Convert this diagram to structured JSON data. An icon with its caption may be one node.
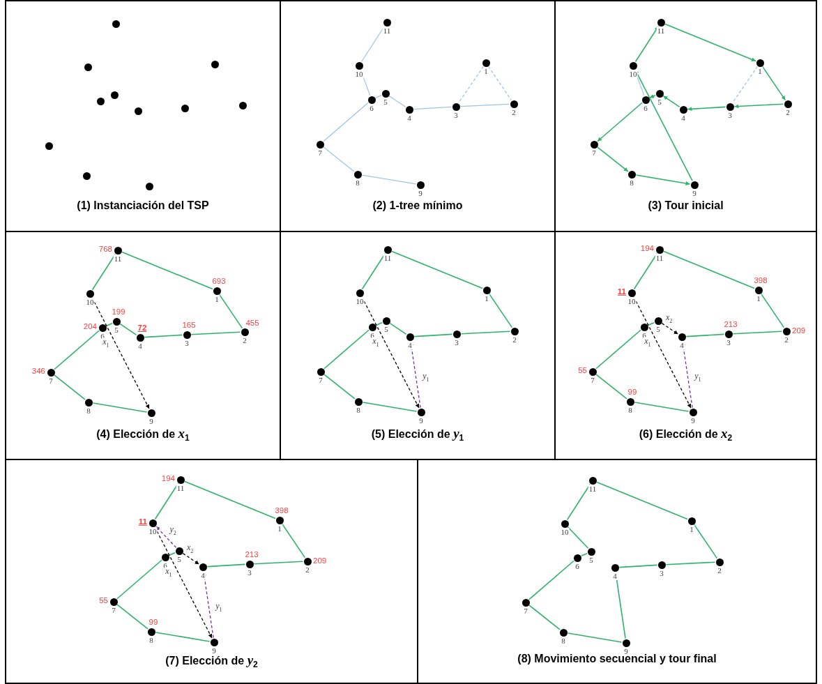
{
  "diagram": {
    "nodes": [
      {
        "text": [
          "(1) Instanciación del TSP"
        ]
      },
      {
        "text": [],
        "shape": "circle",
        "in": 0
      },
      {
        "text": [],
        "shape": "circle",
        "in": 0
      },
      {
        "text": [],
        "shape": "circle",
        "in": 0
      },
      {
        "text": [],
        "shape": "circle",
        "in": 0
      },
      {
        "text": [],
        "shape": "circle",
        "in": 0
      },
      {
        "text": [],
        "shape": "circle",
        "in": 0
      },
      {
        "text": [],
        "shape": "circle",
        "in": 0
      },
      {
        "text": [],
        "shape": "circle",
        "in": 0
      },
      {
        "text": [],
        "shape": "circle",
        "in": 0
      },
      {
        "text": [],
        "shape": "circle",
        "in": 0
      },
      {
        "text": [],
        "shape": "circle",
        "in": 0
      },
      {
        "text": [
          "(2) 1-tree mínimo"
        ]
      },
      {
        "text": [
          "11"
        ],
        "in": 12
      },
      {
        "text": [
          "1"
        ],
        "in": 12
      },
      {
        "text": [
          "10"
        ],
        "in": 12
      },
      {
        "text": [
          "5"
        ],
        "in": 12
      },
      {
        "text": [
          "6"
        ],
        "in": 12
      },
      {
        "text": [
          "2"
        ],
        "in": 12
      },
      {
        "text": [
          "3"
        ],
        "in": 12
      },
      {
        "text": [
          "4"
        ],
        "in": 12
      },
      {
        "text": [
          "7"
        ],
        "in": 12
      },
      {
        "text": [
          "8"
        ],
        "in": 12
      },
      {
        "text": [
          "9"
        ],
        "in": 12
      },
      {
        "text": [
          "(3) Tour inicial"
        ]
      },
      {
        "text": [
          "11"
        ],
        "in": 24
      },
      {
        "text": [
          "1"
        ],
        "in": 24
      },
      {
        "text": [
          "10"
        ],
        "in": 24
      },
      {
        "text": [
          "5"
        ],
        "in": 24
      },
      {
        "text": [
          "6"
        ],
        "in": 24
      },
      {
        "text": [
          "2"
        ],
        "in": 24
      },
      {
        "text": [
          "3"
        ],
        "in": 24
      },
      {
        "text": [
          "4"
        ],
        "in": 24
      },
      {
        "text": [
          "7"
        ],
        "in": 24
      },
      {
        "text": [
          "8"
        ],
        "in": 24
      },
      {
        "text": [
          "9"
        ],
        "in": 24
      },
      {
        "text": [
          "(4) Elección de *x*$_{1}$"
        ]
      },
      {
        "text": [
          "11"
        ],
        "in": 36,
        "beside": [
          "768"
        ]
      },
      {
        "text": [
          "1"
        ],
        "in": 36,
        "beside": [
          "693"
        ]
      },
      {
        "text": [
          "10"
        ],
        "in": 36
      },
      {
        "text": [
          "5"
        ],
        "in": 36,
        "beside": [
          "199"
        ]
      },
      {
        "text": [
          "6"
        ],
        "in": 36,
        "beside": [
          "204"
        ]
      },
      {
        "text": [
          "2"
        ],
        "in": 36,
        "beside": [
          "455"
        ]
      },
      {
        "text": [
          "3"
        ],
        "in": 36,
        "beside": [
          "165"
        ]
      },
      {
        "text": [
          "4"
        ],
        "in": 36,
        "beside": [
          "72"
        ]
      },
      {
        "text": [
          "7"
        ],
        "in": 36,
        "beside": [
          "346"
        ]
      },
      {
        "text": [
          "8"
        ],
        "in": 36
      },
      {
        "text": [
          "9"
        ],
        "in": 36
      },
      {
        "text": [
          "(5) Elección de *y*$_{1}$"
        ]
      },
      {
        "text": [
          "11"
        ],
        "in": 48
      },
      {
        "text": [
          "1"
        ],
        "in": 48
      },
      {
        "text": [
          "10"
        ],
        "in": 48
      },
      {
        "text": [
          "5"
        ],
        "in": 48
      },
      {
        "text": [
          "6"
        ],
        "in": 48
      },
      {
        "text": [
          "2"
        ],
        "in": 48
      },
      {
        "text": [
          "3"
        ],
        "in": 48
      },
      {
        "text": [
          "4"
        ],
        "in": 48
      },
      {
        "text": [
          "7"
        ],
        "in": 48
      },
      {
        "text": [
          "8"
        ],
        "in": 48
      },
      {
        "text": [
          "9"
        ],
        "in": 48
      },
      {
        "text": [
          "(6) Elección de *x*$_{2}$"
        ]
      },
      {
        "text": [
          "11"
        ],
        "in": 60,
        "beside": [
          "194"
        ]
      },
      {
        "text": [
          "1"
        ],
        "in": 60,
        "beside": [
          "398"
        ]
      },
      {
        "text": [
          "10"
        ],
        "in": 60,
        "beside": [
          "11"
        ]
      },
      {
        "text": [
          "5"
        ],
        "in": 60
      },
      {
        "text": [
          "6"
        ],
        "in": 60
      },
      {
        "text": [
          "2"
        ],
        "in": 60,
        "beside": [
          "209"
        ]
      },
      {
        "text": [
          "3"
        ],
        "in": 60,
        "beside": [
          "213"
        ]
      },
      {
        "text": [
          "4"
        ],
        "in": 60
      },
      {
        "text": [
          "7"
        ],
        "in": 60,
        "beside": [
          "55"
        ]
      },
      {
        "text": [
          "8"
        ],
        "in": 60,
        "beside": [
          "99"
        ]
      },
      {
        "text": [
          "9"
        ],
        "in": 60
      },
      {
        "text": [
          "(7) Elección de *y*$_{2}$"
        ]
      },
      {
        "text": [
          "11"
        ],
        "in": 72,
        "beside": [
          "194"
        ]
      },
      {
        "text": [
          "1"
        ],
        "in": 72,
        "beside": [
          "398"
        ]
      },
      {
        "text": [
          "10"
        ],
        "in": 72,
        "beside": [
          "11"
        ]
      },
      {
        "text": [
          "5"
        ],
        "in": 72
      },
      {
        "text": [
          "6"
        ],
        "in": 72
      },
      {
        "text": [
          "2"
        ],
        "in": 72,
        "beside": [
          "209"
        ]
      },
      {
        "text": [
          "3"
        ],
        "in": 72,
        "beside": [
          "213"
        ]
      },
      {
        "text": [
          "4"
        ],
        "in": 72
      },
      {
        "text": [
          "7"
        ],
        "in": 72,
        "beside": [
          "55"
        ]
      },
      {
        "text": [
          "8"
        ],
        "in": 72,
        "beside": [
          "99"
        ]
      },
      {
        "text": [
          "9"
        ],
        "in": 72
      },
      {
        "text": [
          "(8) Movimiento secuencial y tour final"
        ]
      },
      {
        "text": [
          "11"
        ],
        "in": 84
      },
      {
        "text": [
          "1"
        ],
        "in": 84
      },
      {
        "text": [
          "10"
        ],
        "in": 84
      },
      {
        "text": [
          "5"
        ],
        "in": 84
      },
      {
        "text": [
          "6"
        ],
        "in": 84
      },
      {
        "text": [
          "2"
        ],
        "in": 84
      },
      {
        "text": [
          "3"
        ],
        "in": 84
      },
      {
        "text": [
          "4"
        ],
        "in": 84
      },
      {
        "text": [
          "7"
        ],
        "in": 84
      },
      {
        "text": [
          "8"
        ],
        "in": 84
      },
      {
        "text": [
          "9"
        ],
        "in": 84
      }
    ],
    "edges": [
      {
        "from": 13,
        "to": 15,
        "arrow": "none",
        "color": "#9dc3e6"
      },
      {
        "from": 15,
        "to": 17,
        "arrow": "none",
        "color": "#9dc3e6"
      },
      {
        "from": 17,
        "to": 16,
        "arrow": "none",
        "color": "#9dc3e6"
      },
      {
        "from": 16,
        "to": 20,
        "arrow": "none",
        "color": "#9dc3e6"
      },
      {
        "from": 20,
        "to": 19,
        "arrow": "none",
        "color": "#9dc3e6"
      },
      {
        "from": 19,
        "to": 18,
        "arrow": "none",
        "color": "#9dc3e6"
      },
      {
        "from": 17,
        "to": 21,
        "arrow": "none",
        "color": "#9dc3e6"
      },
      {
        "from": 21,
        "to": 22,
        "arrow": "none",
        "color": "#9dc3e6"
      },
      {
        "from": 22,
        "to": 23,
        "arrow": "none",
        "color": "#9dc3e6"
      },
      {
        "from": 14,
        "to": 19,
        "arrow": "none",
        "style": "dashed",
        "color": "#9dc3e6"
      },
      {
        "from": 14,
        "to": 18,
        "arrow": "none",
        "style": "dashed",
        "color": "#9dc3e6"
      },
      {
        "from": 27,
        "to": 25,
        "arrow": "to"
      },
      {
        "from": 25,
        "to": 26,
        "arrow": "to"
      },
      {
        "from": 26,
        "to": 30,
        "arrow": "to"
      },
      {
        "from": 30,
        "to": 31,
        "arrow": "to"
      },
      {
        "from": 31,
        "to": 32,
        "arrow": "to"
      },
      {
        "from": 32,
        "to": 28,
        "arrow": "to"
      },
      {
        "from": 28,
        "to": 29,
        "arrow": "to"
      },
      {
        "from": 29,
        "to": 33,
        "arrow": "to"
      },
      {
        "from": 33,
        "to": 34,
        "arrow": "to"
      },
      {
        "from": 34,
        "to": 35,
        "arrow": "to"
      },
      {
        "from": 35,
        "to": 27,
        "arrow": "to"
      },
      {
        "from": 27,
        "to": 29,
        "arrow": "none",
        "color": "#9dc3e6"
      },
      {
        "from": 26,
        "to": 31,
        "arrow": "none",
        "style": "dashed",
        "color": "#9dc3e6"
      },
      {
        "from": 39,
        "to": 37,
        "arrow": "none"
      },
      {
        "from": 37,
        "to": 38,
        "arrow": "none"
      },
      {
        "from": 38,
        "to": 42,
        "arrow": "none"
      },
      {
        "from": 42,
        "to": 43,
        "arrow": "none"
      },
      {
        "from": 43,
        "to": 44,
        "arrow": "none"
      },
      {
        "from": 44,
        "to": 40,
        "arrow": "none"
      },
      {
        "from": 40,
        "to": 41,
        "arrow": "none"
      },
      {
        "from": 41,
        "to": 45,
        "arrow": "none"
      },
      {
        "from": 45,
        "to": 46,
        "arrow": "none"
      },
      {
        "from": 46,
        "to": 47,
        "arrow": "none"
      },
      {
        "from": 39,
        "to": 47,
        "arrow": "to",
        "label": "*x*$_{1}$",
        "style": "dashed",
        "color": "#000000"
      },
      {
        "from": 51,
        "to": 49,
        "arrow": "none"
      },
      {
        "from": 49,
        "to": 50,
        "arrow": "none"
      },
      {
        "from": 50,
        "to": 54,
        "arrow": "none"
      },
      {
        "from": 54,
        "to": 55,
        "arrow": "none"
      },
      {
        "from": 55,
        "to": 56,
        "arrow": "none"
      },
      {
        "from": 56,
        "to": 52,
        "arrow": "none"
      },
      {
        "from": 52,
        "to": 53,
        "arrow": "none"
      },
      {
        "from": 53,
        "to": 57,
        "arrow": "none"
      },
      {
        "from": 57,
        "to": 58,
        "arrow": "none"
      },
      {
        "from": 58,
        "to": 59,
        "arrow": "none"
      },
      {
        "from": 51,
        "to": 59,
        "arrow": "to",
        "label": "*x*$_{1}$",
        "style": "dashed",
        "color": "#000000"
      },
      {
        "from": 59,
        "to": 56,
        "arrow": "to",
        "label": "*y*$_{1}$",
        "style": "dashed",
        "color": "#7030a0"
      },
      {
        "from": 63,
        "to": 61,
        "arrow": "none"
      },
      {
        "from": 61,
        "to": 62,
        "arrow": "none"
      },
      {
        "from": 62,
        "to": 66,
        "arrow": "none"
      },
      {
        "from": 66,
        "to": 67,
        "arrow": "none"
      },
      {
        "from": 67,
        "to": 68,
        "arrow": "none"
      },
      {
        "from": 64,
        "to": 65,
        "arrow": "none"
      },
      {
        "from": 65,
        "to": 69,
        "arrow": "none"
      },
      {
        "from": 69,
        "to": 70,
        "arrow": "none"
      },
      {
        "from": 70,
        "to": 71,
        "arrow": "none"
      },
      {
        "from": 63,
        "to": 71,
        "arrow": "to",
        "label": "*x*$_{1}$",
        "style": "dashed",
        "color": "#000000"
      },
      {
        "from": 64,
        "to": 68,
        "arrow": "to",
        "label": "*x*$_{2}$",
        "style": "dashed",
        "color": "#000000"
      },
      {
        "from": 71,
        "to": 68,
        "arrow": "to",
        "label": "*y*$_{1}$",
        "style": "dashed",
        "color": "#7030a0"
      },
      {
        "from": 75,
        "to": 73,
        "arrow": "none"
      },
      {
        "from": 73,
        "to": 74,
        "arrow": "none"
      },
      {
        "from": 74,
        "to": 78,
        "arrow": "none"
      },
      {
        "from": 78,
        "to": 79,
        "arrow": "none"
      },
      {
        "from": 79,
        "to": 80,
        "arrow": "none"
      },
      {
        "from": 76,
        "to": 77,
        "arrow": "none"
      },
      {
        "from": 77,
        "to": 81,
        "arrow": "none"
      },
      {
        "from": 81,
        "to": 82,
        "arrow": "none"
      },
      {
        "from": 82,
        "to": 83,
        "arrow": "none"
      },
      {
        "from": 75,
        "to": 83,
        "arrow": "to",
        "label": "*x*$_{1}$",
        "style": "dashed",
        "color": "#000000"
      },
      {
        "from": 76,
        "to": 80,
        "arrow": "to",
        "label": "*x*$_{2}$",
        "style": "dashed",
        "color": "#000000"
      },
      {
        "from": 83,
        "to": 80,
        "arrow": "to",
        "label": "*y*$_{1}$",
        "style": "dashed",
        "color": "#7030a0"
      },
      {
        "from": 76,
        "to": 75,
        "arrow": "to",
        "label": "*y*$_{2}$",
        "style": "dashed",
        "color": "#7030a0"
      },
      {
        "from": 87,
        "to": 85,
        "arrow": "none"
      },
      {
        "from": 85,
        "to": 86,
        "arrow": "none"
      },
      {
        "from": 86,
        "to": 90,
        "arrow": "none"
      },
      {
        "from": 90,
        "to": 91,
        "arrow": "none"
      },
      {
        "from": 91,
        "to": 92,
        "arrow": "none"
      },
      {
        "from": 92,
        "to": 95,
        "arrow": "none"
      },
      {
        "from": 95,
        "to": 94,
        "arrow": "none"
      },
      {
        "from": 94,
        "to": 93,
        "arrow": "none"
      },
      {
        "from": 93,
        "to": 89,
        "arrow": "none"
      },
      {
        "from": 89,
        "to": 88,
        "arrow": "none"
      },
      {
        "from": 88,
        "to": 87,
        "arrow": "none"
      }
    ]
  }
}
